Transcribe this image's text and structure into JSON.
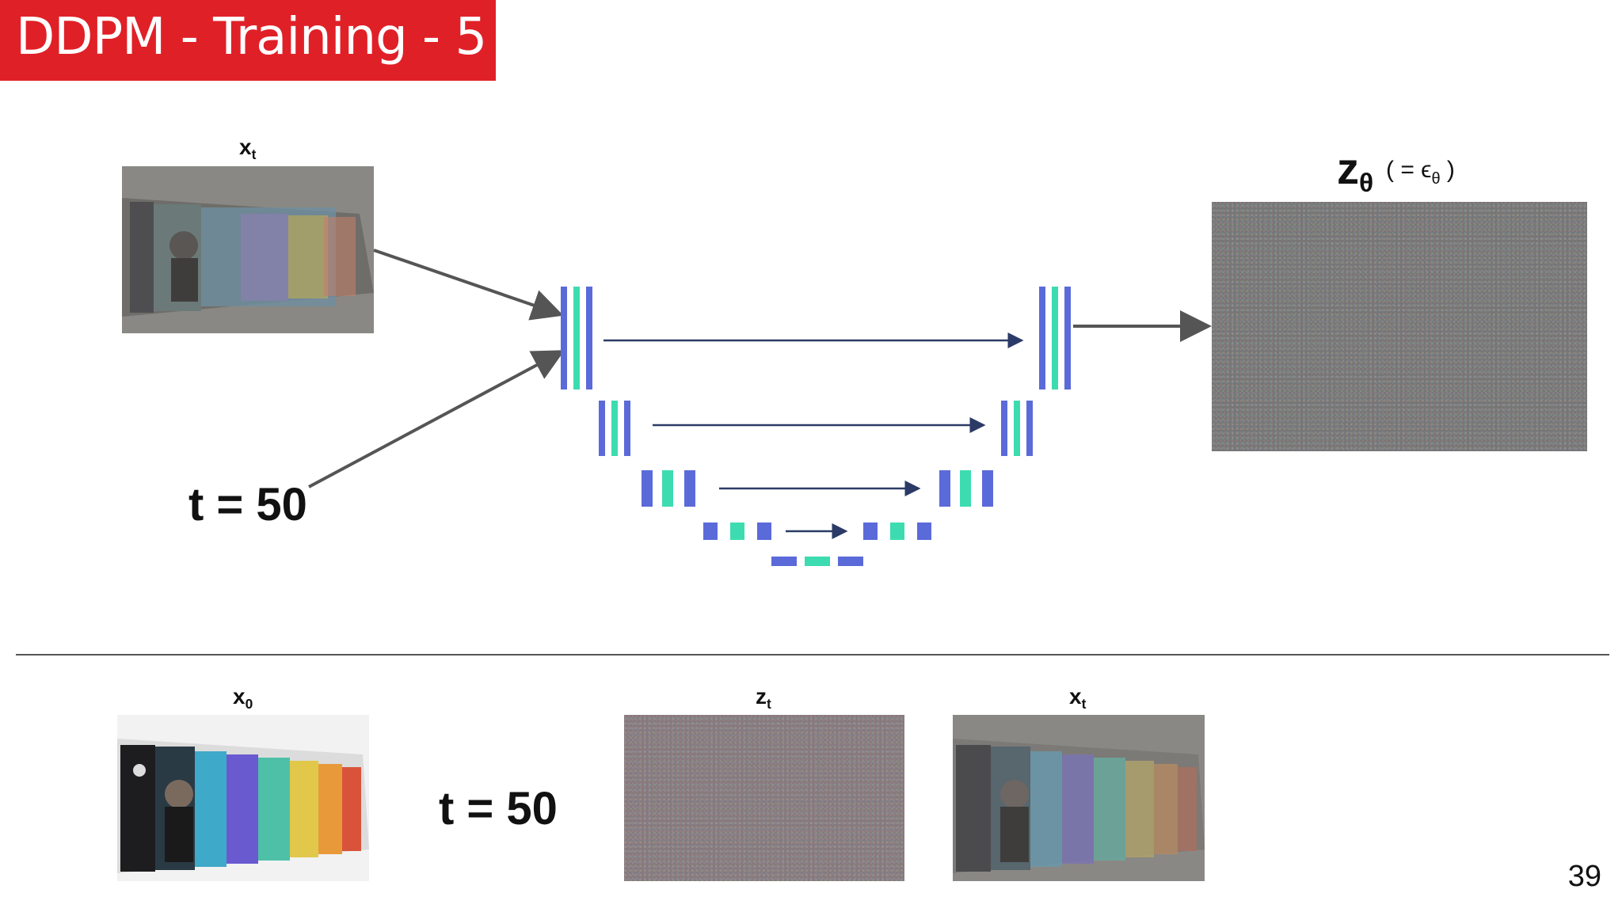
{
  "title": "DDPM - Training - 5",
  "top": {
    "input_label": "x",
    "input_sub": "t",
    "timestep_label": "t = 50",
    "output_label": "z",
    "output_sub": "θ",
    "output_note_open": "( = ϵ",
    "output_note_sub": "θ",
    "output_note_close": " )"
  },
  "bottom": {
    "x0_label": "x",
    "x0_sub": "0",
    "timestep_label": "t = 50",
    "zt_label": "z",
    "zt_sub": "t",
    "xt_label": "x",
    "xt_sub": "t"
  },
  "page_number": "39",
  "colors": {
    "title_bg": "#e02027",
    "unet_blue": "#5b6ad9",
    "unet_green": "#3ddcb0",
    "arrow": "#2b3a66"
  }
}
